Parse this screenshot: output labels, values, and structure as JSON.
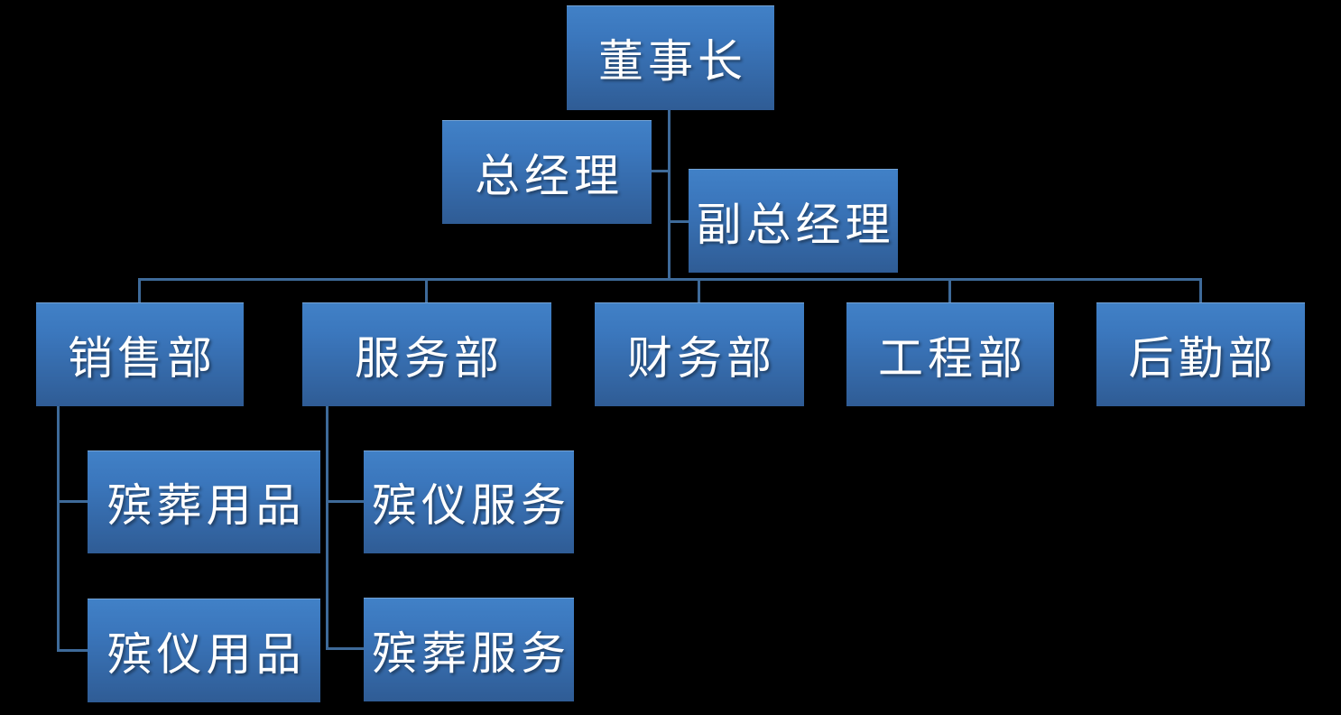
{
  "diagram": {
    "type": "org-chart",
    "background_color": "#000000",
    "node_fill_top": "#4181c7",
    "node_fill_bottom": "#2f5c95",
    "connector_color": "#3e6a99",
    "text_color": "#ffffff",
    "nodes": {
      "chairman": "董事长",
      "general_manager": "总经理",
      "deputy_general_manager": "副总经理",
      "sales_dept": "销售部",
      "service_dept": "服务部",
      "finance_dept": "财务部",
      "engineering_dept": "工程部",
      "logistics_dept": "后勤部",
      "burial_supplies": "殡葬用品",
      "ceremony_supplies": "殡仪用品",
      "ceremony_services": "殡仪服务",
      "burial_services": "殡葬服务"
    },
    "edges": [
      {
        "parent": "chairman",
        "child": "general_manager",
        "style": "assistant-left"
      },
      {
        "parent": "chairman",
        "child": "deputy_general_manager",
        "style": "assistant-right"
      },
      {
        "parent": "chairman",
        "child": "sales_dept"
      },
      {
        "parent": "chairman",
        "child": "service_dept"
      },
      {
        "parent": "chairman",
        "child": "finance_dept"
      },
      {
        "parent": "chairman",
        "child": "engineering_dept"
      },
      {
        "parent": "chairman",
        "child": "logistics_dept"
      },
      {
        "parent": "sales_dept",
        "child": "burial_supplies"
      },
      {
        "parent": "sales_dept",
        "child": "ceremony_supplies"
      },
      {
        "parent": "service_dept",
        "child": "ceremony_services"
      },
      {
        "parent": "service_dept",
        "child": "burial_services"
      }
    ]
  }
}
